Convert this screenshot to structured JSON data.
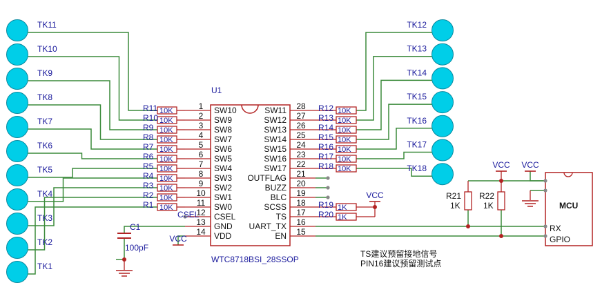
{
  "colors": {
    "wire": "#3a8a3a",
    "component": "#b22222",
    "text_blue": "#1a1a9c",
    "text_black": "#111111",
    "pad_fill": "#00cee8",
    "pad_stroke": "#0a8aa0",
    "junction": "#b22222",
    "grid_dot": "#888888"
  },
  "icons": {
    "touch_pad": "touch-pad-icon",
    "ground": "ground-icon",
    "vcc": "vcc-icon",
    "resistor": "resistor-icon",
    "capacitor": "capacitor-icon"
  },
  "ic": {
    "designator": "U1",
    "part_number": "WTC8718BSI_28SSOP",
    "left_pins": [
      {
        "num": "1",
        "name": "SW10"
      },
      {
        "num": "2",
        "name": "SW9"
      },
      {
        "num": "3",
        "name": "SW8"
      },
      {
        "num": "4",
        "name": "SW7"
      },
      {
        "num": "5",
        "name": "SW6"
      },
      {
        "num": "6",
        "name": "SW5"
      },
      {
        "num": "7",
        "name": "SW4"
      },
      {
        "num": "8",
        "name": "SW3"
      },
      {
        "num": "9",
        "name": "SW2"
      },
      {
        "num": "10",
        "name": "SW1"
      },
      {
        "num": "11",
        "name": "SW0"
      },
      {
        "num": "12",
        "name": "CSEL"
      },
      {
        "num": "13",
        "name": "GND"
      },
      {
        "num": "14",
        "name": "VDD"
      }
    ],
    "right_pins": [
      {
        "num": "28",
        "name": "SW11"
      },
      {
        "num": "27",
        "name": "SW12"
      },
      {
        "num": "26",
        "name": "SW13"
      },
      {
        "num": "25",
        "name": "SW14"
      },
      {
        "num": "24",
        "name": "SW15"
      },
      {
        "num": "23",
        "name": "SW16"
      },
      {
        "num": "22",
        "name": "SW17"
      },
      {
        "num": "21",
        "name": "OUTFLAG"
      },
      {
        "num": "20",
        "name": "BUZZ"
      },
      {
        "num": "19",
        "name": "BLC"
      },
      {
        "num": "18",
        "name": "SCSS"
      },
      {
        "num": "17",
        "name": "TS"
      },
      {
        "num": "16",
        "name": "UART_TX"
      },
      {
        "num": "15",
        "name": "EN"
      }
    ]
  },
  "left_pads": [
    "TK11",
    "TK10",
    "TK9",
    "TK8",
    "TK7",
    "TK6",
    "TK5",
    "TK4",
    "TK3",
    "TK2",
    "TK1"
  ],
  "right_pads": [
    "TK12",
    "TK13",
    "TK14",
    "TK15",
    "TK16",
    "TK17",
    "TK18"
  ],
  "left_resistors": [
    {
      "ref": "R11",
      "value": "10K"
    },
    {
      "ref": "R10",
      "value": "10K"
    },
    {
      "ref": "R9",
      "value": "10K"
    },
    {
      "ref": "R8",
      "value": "10K"
    },
    {
      "ref": "R7",
      "value": "10K"
    },
    {
      "ref": "R6",
      "value": "10K"
    },
    {
      "ref": "R5",
      "value": "10K"
    },
    {
      "ref": "R4",
      "value": "10K"
    },
    {
      "ref": "R3",
      "value": "10K"
    },
    {
      "ref": "R2",
      "value": "10K"
    },
    {
      "ref": "R1",
      "value": "10K"
    }
  ],
  "right_resistors": [
    {
      "ref": "R12",
      "value": "10K"
    },
    {
      "ref": "R13",
      "value": "10K"
    },
    {
      "ref": "R14",
      "value": "10K"
    },
    {
      "ref": "R15",
      "value": "10K"
    },
    {
      "ref": "R16",
      "value": "10K"
    },
    {
      "ref": "R17",
      "value": "10K"
    },
    {
      "ref": "R18",
      "value": "10K"
    }
  ],
  "aux_resistors": [
    {
      "ref": "R19",
      "value": "1K"
    },
    {
      "ref": "R20",
      "value": "1K"
    }
  ],
  "pullups": [
    {
      "ref": "R21",
      "value": "1K"
    },
    {
      "ref": "R22",
      "value": "1K"
    }
  ],
  "capacitor": {
    "ref": "C1",
    "value": "100pF"
  },
  "csel_label": "CSEL",
  "vcc_label": "VCC",
  "mcu": {
    "title": "MCU",
    "pin_rx": "RX",
    "pin_gpio": "GPIO"
  },
  "notes": [
    "TS建议预留接地信号",
    "PIN16建议预留测试点"
  ]
}
